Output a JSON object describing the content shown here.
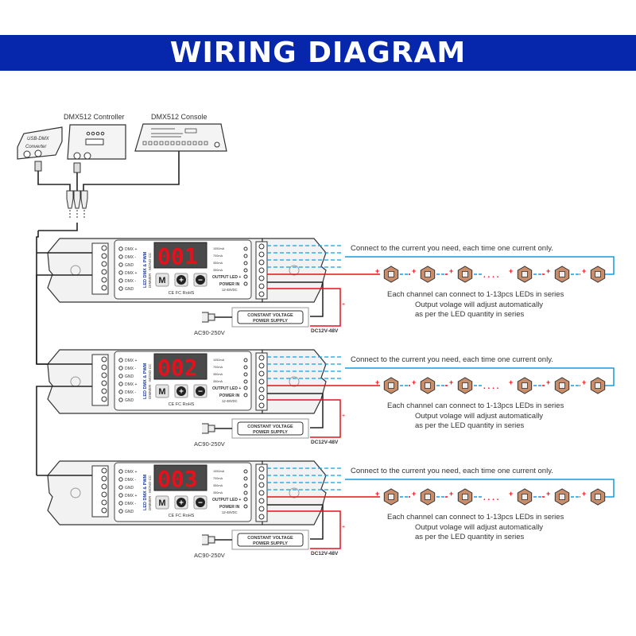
{
  "title": "WIRING DIAGRAM",
  "colors": {
    "banner": "#0627ab",
    "positive_wire": "#e8101a",
    "negative_wire": "#1a9bdc",
    "display_digits": "#e8101a"
  },
  "sources": {
    "usb_dmx": "USB-DMX Converter",
    "controller": "DMX512 Controller",
    "console": "DMX512 Console"
  },
  "decoder": {
    "product_label": "LED DMX & PWM",
    "product_sub": "DIMMER · MONO·CC",
    "dmx_pins": [
      "DMX +",
      "DMX -",
      "GND",
      "DMX +",
      "DMX -",
      "GND"
    ],
    "current_options": [
      "1050mA",
      "700mA",
      "350mA",
      "350mA"
    ],
    "output_label": "OUTPUT LED",
    "power_label": "POWER IN",
    "power_range": "12-48VDC",
    "buttons": [
      "M",
      "+",
      "−"
    ],
    "certs": "CE FC RoHS"
  },
  "units": [
    {
      "address": "001"
    },
    {
      "address": "002"
    },
    {
      "address": "003"
    }
  ],
  "power_supply": {
    "label_line1": "CONSTANT VOLTAGE",
    "label_line2": "POWER SUPPLY",
    "ac_input": "AC90-250V",
    "dc_output": "DC12V-48V"
  },
  "notes": {
    "current": "Connect to the current you need,  each time one current only.",
    "leds": "Each channel can connect to 1-13pcs LEDs in series",
    "voltage_line1": "Output volage will adjust automatically",
    "voltage_line2": "as per the LED quantity in series",
    "ellipsis": ". . . ."
  },
  "polarity": {
    "plus": "+",
    "minus": "−"
  }
}
